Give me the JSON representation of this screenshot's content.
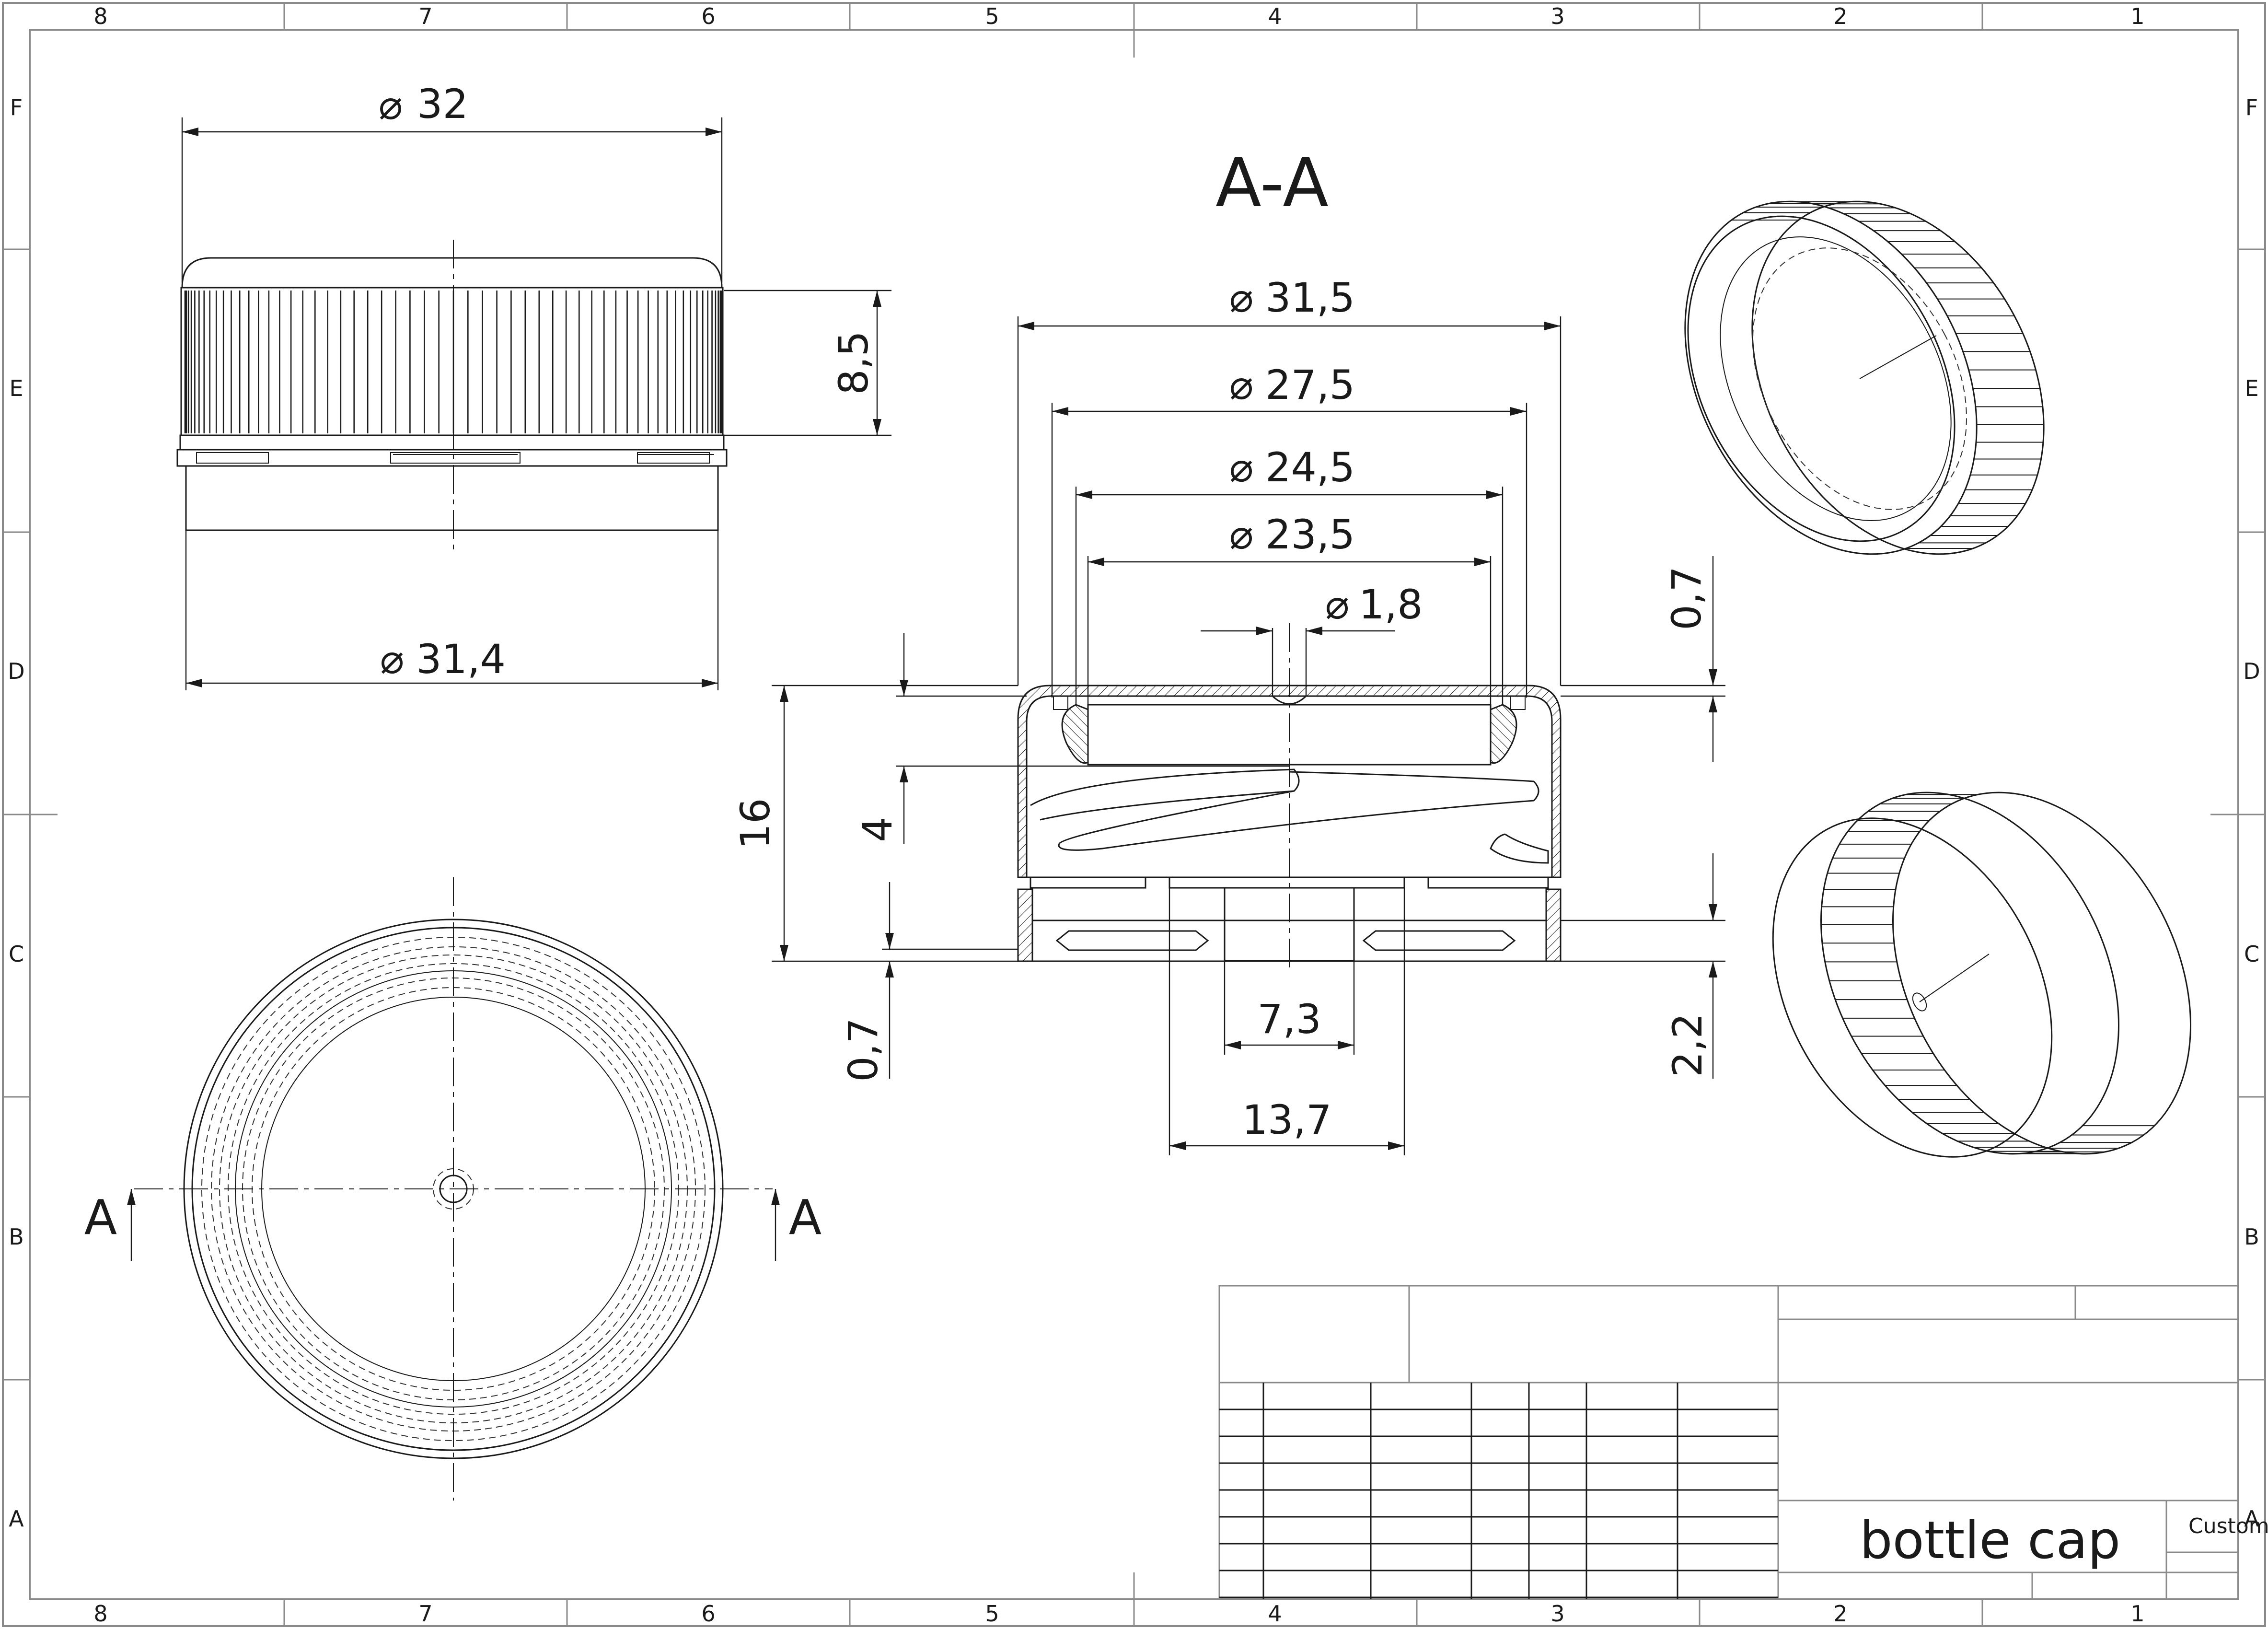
{
  "border": {
    "columns_top": [
      "8",
      "7",
      "6",
      "5",
      "4",
      "3",
      "2",
      "1"
    ],
    "columns_bottom": [
      "8",
      "7",
      "6",
      "5",
      "4",
      "3",
      "2",
      "1"
    ],
    "rows": [
      "F",
      "E",
      "D",
      "C",
      "B",
      "A"
    ]
  },
  "section_view": {
    "title": "A-A",
    "dims": {
      "d31_5": "31,5",
      "d27_5": "27,5",
      "d24_5": "24,5",
      "d23_5": "23,5",
      "d1_8": "1,8",
      "h16": "16",
      "h4": "4",
      "h0_7_left": "0,7",
      "h0_7_right": "0,7",
      "h2_2": "2,2",
      "w7_3": "7,3",
      "w13_7": "13,7"
    }
  },
  "front_view": {
    "dims": {
      "d32": "32",
      "d31_4": "31,4",
      "h8_5": "8,5"
    }
  },
  "bottom_view": {
    "section_label_left": "A",
    "section_label_right": "A"
  },
  "symbols": {
    "diameter": "⌀"
  },
  "title_block": {
    "title": "bottle cap",
    "size": "Custom"
  },
  "colors": {
    "ink": "#1a1a1a",
    "frame": "#8a8a8a",
    "paper": "#ffffff"
  }
}
